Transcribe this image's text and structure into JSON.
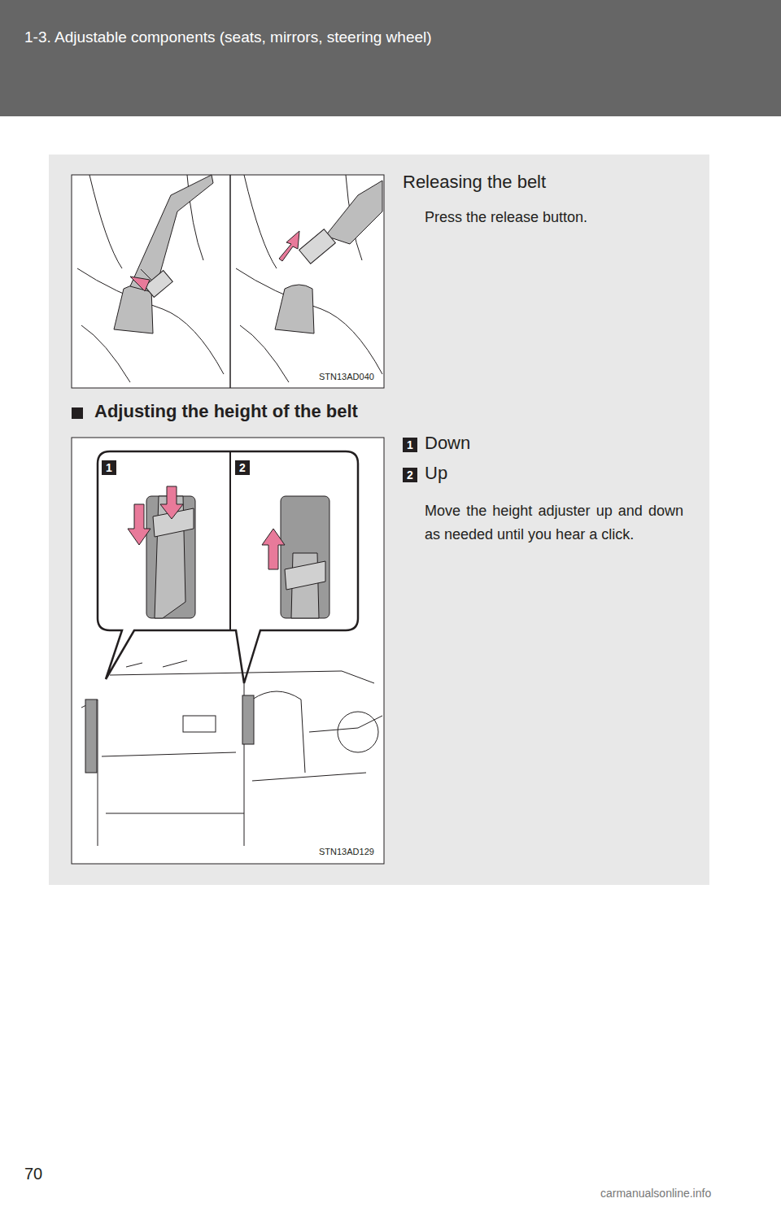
{
  "diagram": {
    "title": "1-3. Adjustable components (seats, mirrors, steering wheel)",
    "labels": [
      "Releasing the belt",
      "Press the release button.",
      "STN13AD040",
      "Adjusting the height of the belt",
      "1",
      "Down",
      "2",
      "Up",
      "Move the height adjuster up and down as needed until you hear a click.",
      "1",
      "2",
      "STN13AD129",
      "70",
      "carmanualsonline.info"
    ]
  }
}
